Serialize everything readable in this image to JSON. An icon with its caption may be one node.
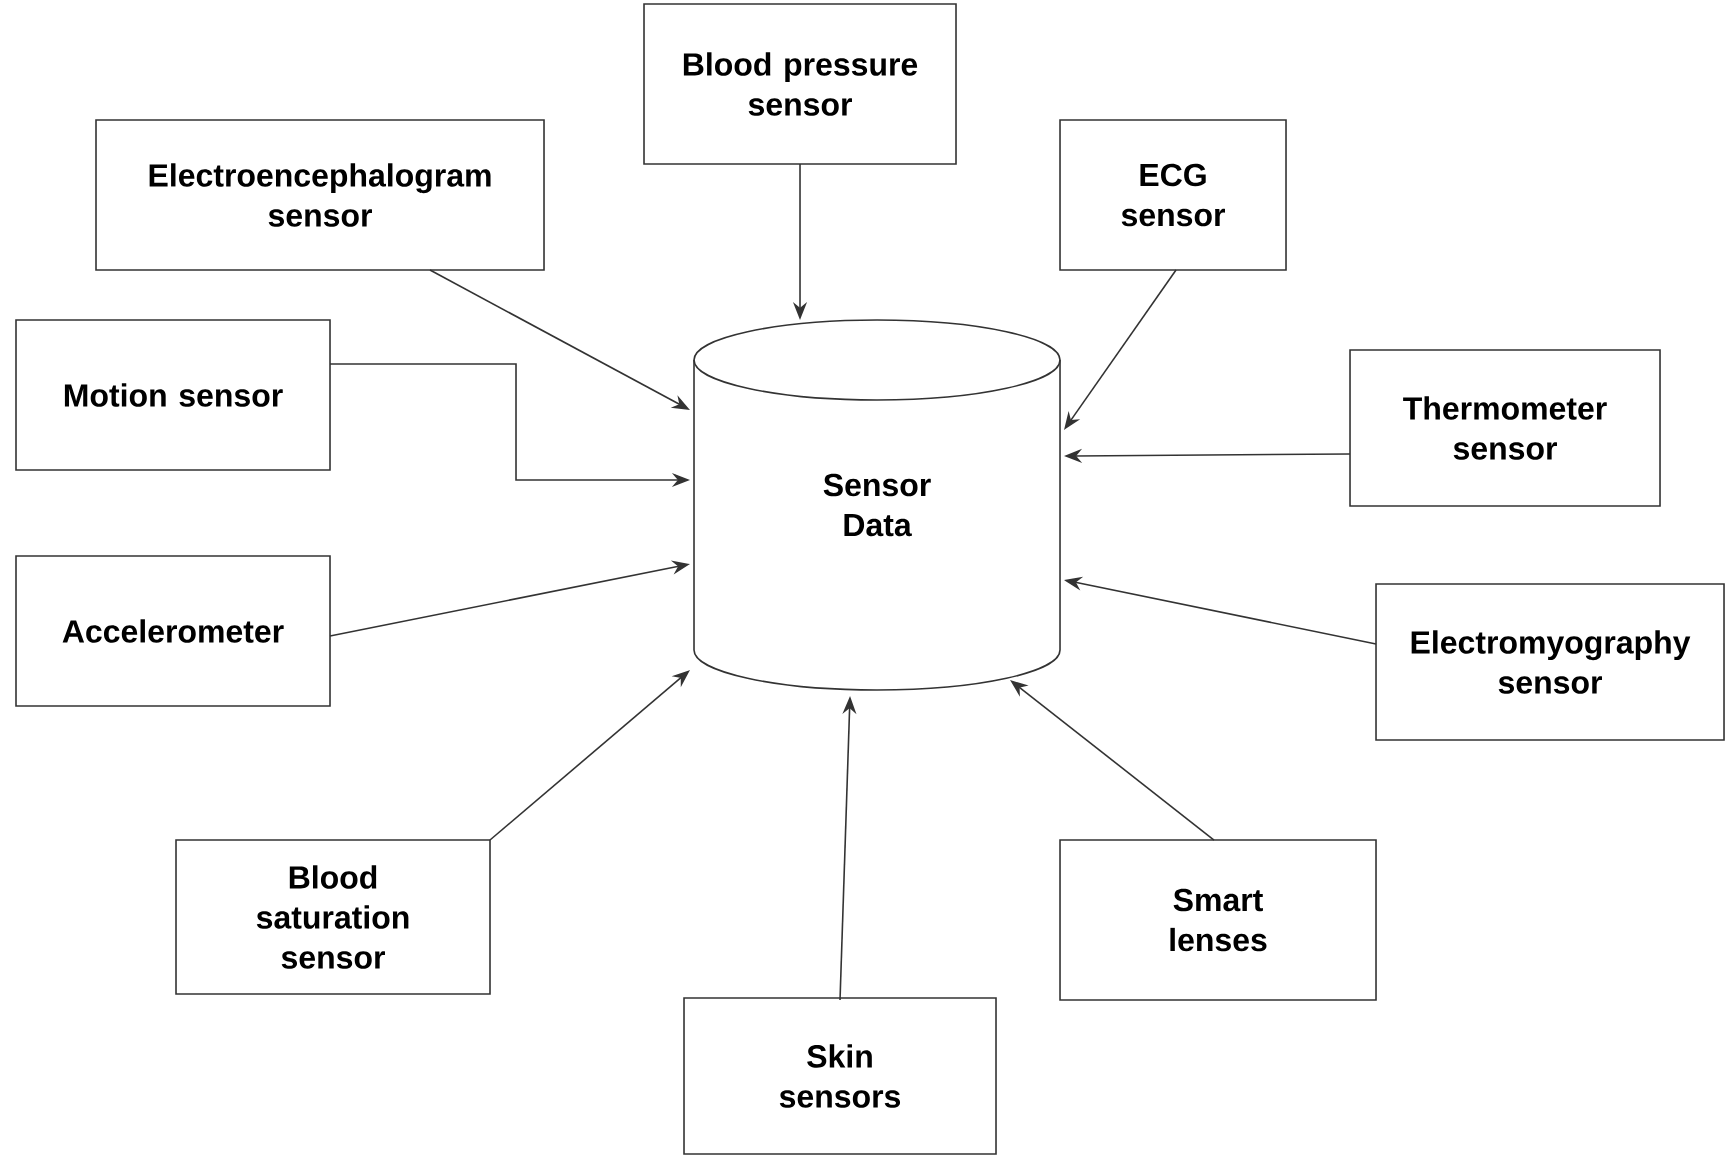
{
  "diagram": {
    "nodes": [
      {
        "text": [
          "Blood pressure sensor"
        ]
      },
      {
        "text": [
          "Electroencephalogram sensor"
        ]
      },
      {
        "text": [
          "ECG sensor"
        ]
      },
      {
        "text": [
          "Motion sensor"
        ]
      },
      {
        "text": [
          "Thermometer sensor"
        ]
      },
      {
        "text": [
          "Accelerometer"
        ]
      },
      {
        "text": [
          "Sensor Data"
        ]
      },
      {
        "text": [
          "Electromyography sensor"
        ]
      },
      {
        "text": [
          "Blood saturation sensor"
        ]
      },
      {
        "text": [
          "Smart lenses"
        ]
      },
      {
        "text": [
          "Skin sensors"
        ]
      }
    ],
    "edges": [
      {
        "from": 0,
        "to": 6,
        "arrow": "to"
      },
      {
        "from": 1,
        "to": 6,
        "arrow": "to"
      },
      {
        "from": 2,
        "to": 6,
        "arrow": "to"
      },
      {
        "from": 3,
        "to": 6,
        "arrow": "to"
      },
      {
        "from": 4,
        "to": 6,
        "arrow": "to"
      },
      {
        "from": 5,
        "to": 6,
        "arrow": "to"
      },
      {
        "from": 7,
        "to": 6,
        "arrow": "to"
      },
      {
        "from": 8,
        "to": 6,
        "arrow": "to"
      },
      {
        "from": 9,
        "to": 6,
        "arrow": "to"
      },
      {
        "from": 10,
        "to": 6,
        "arrow": "to"
      }
    ]
  }
}
